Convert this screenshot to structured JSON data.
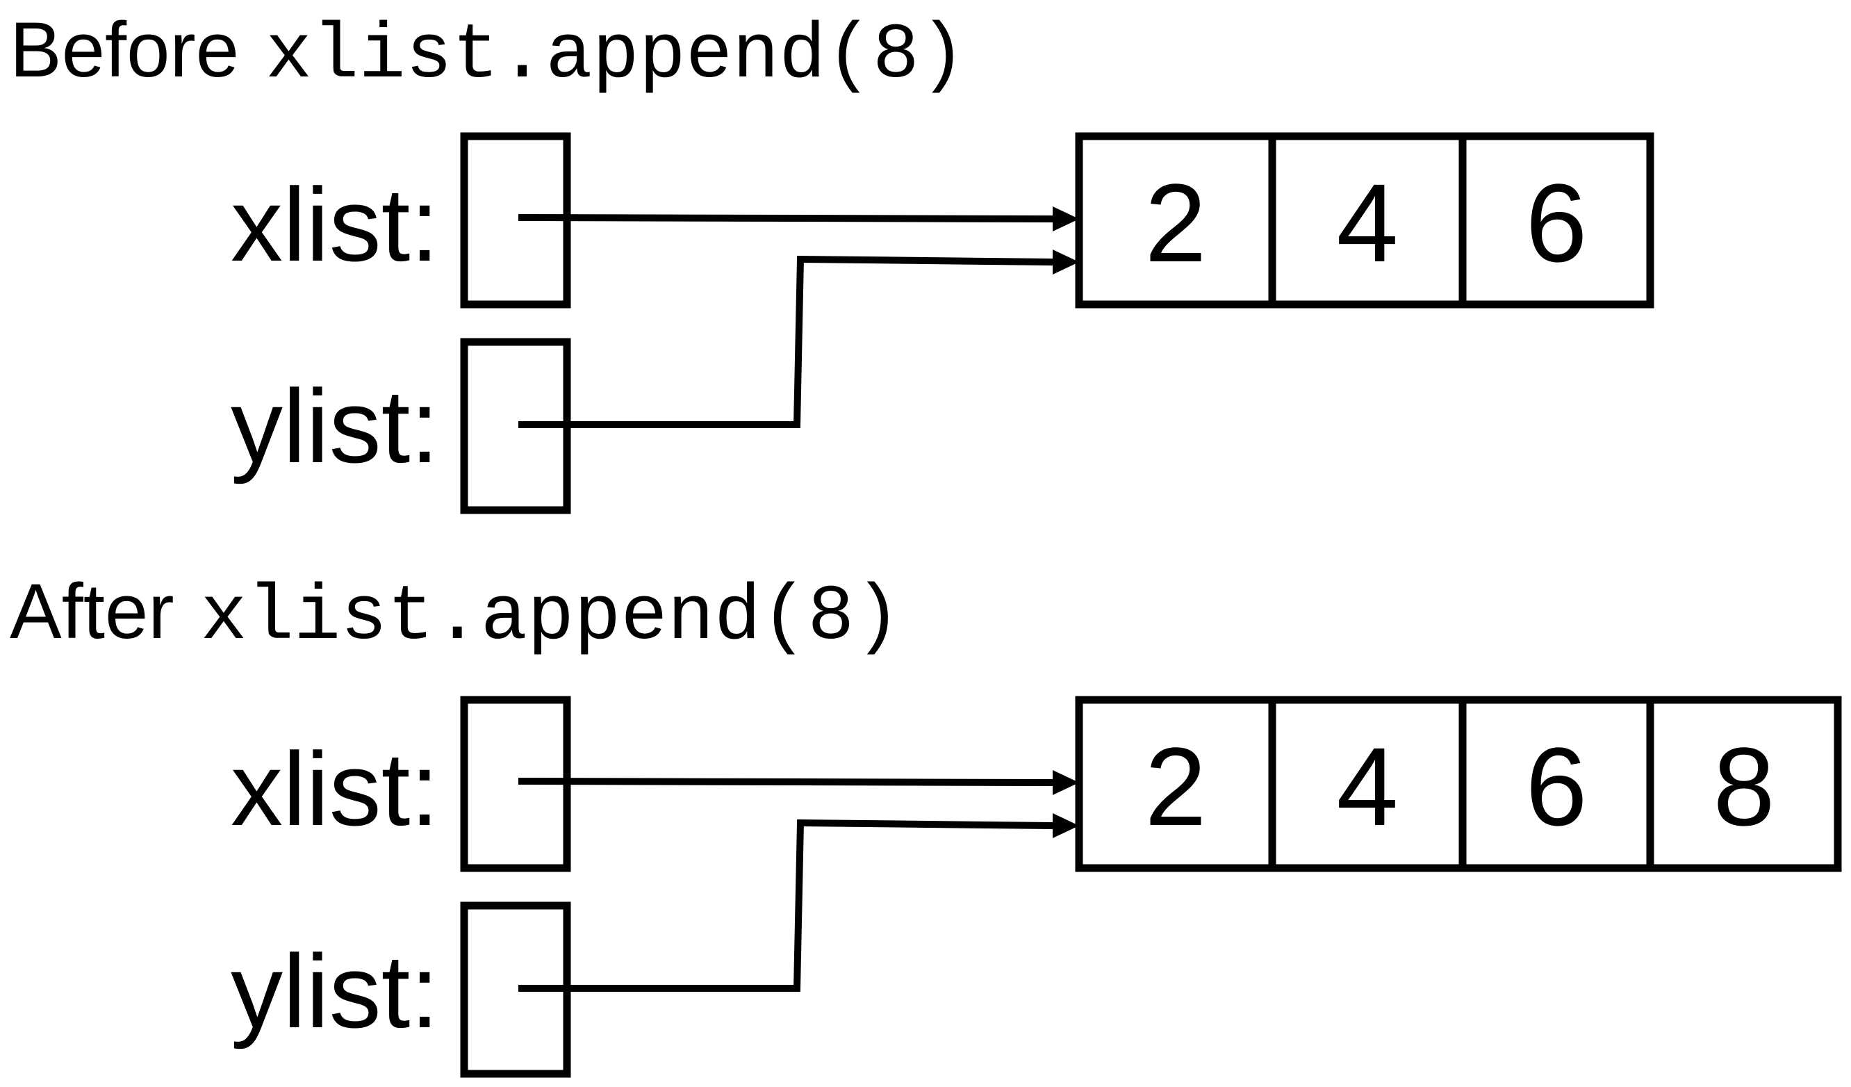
{
  "panels": [
    {
      "title_word": "Before",
      "title_code": "xlist.append(8)",
      "variables": [
        {
          "label": "xlist:"
        },
        {
          "label": "ylist:"
        }
      ],
      "list_values": [
        "2",
        "4",
        "6"
      ]
    },
    {
      "title_word": "After",
      "title_code": "xlist.append(8)",
      "variables": [
        {
          "label": "xlist:"
        },
        {
          "label": "ylist:"
        }
      ],
      "list_values": [
        "2",
        "4",
        "6",
        "8"
      ]
    }
  ]
}
